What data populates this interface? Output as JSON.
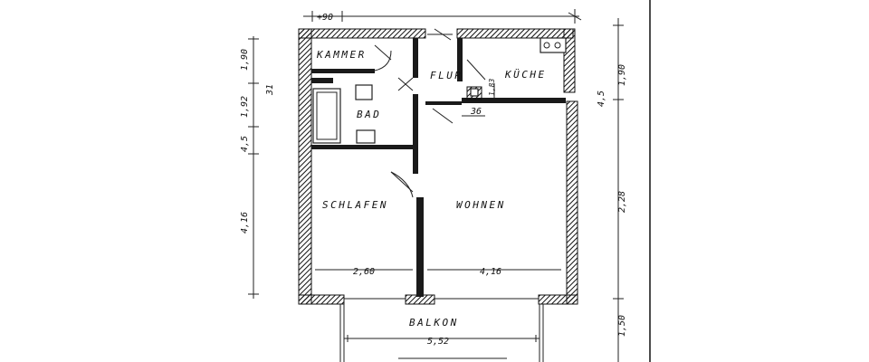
{
  "rooms": {
    "kammer": "KAMMER",
    "flur": "FLUR",
    "kueche": "KÜCHE",
    "bad": "BAD",
    "schlafen": "SCHLAFEN",
    "wohnen": "WOHNEN",
    "balkon": "BALKON"
  },
  "dimensions": {
    "top_90": "+90",
    "left_190": "1,90",
    "left_31": "31",
    "left_192": "1,92",
    "left_45": "4,5",
    "left_416": "4,16",
    "right_45": "4,5",
    "right_190": "1,90",
    "right_228": "2,28",
    "right_150": "1,50",
    "schlafen_width": "2,60",
    "wohnen_width": "4,16",
    "balkon_width": "5,52",
    "flur_36": "36",
    "kueche_side": "1,83"
  },
  "colors": {
    "ink": "#111111",
    "paper": "#ffffff"
  }
}
